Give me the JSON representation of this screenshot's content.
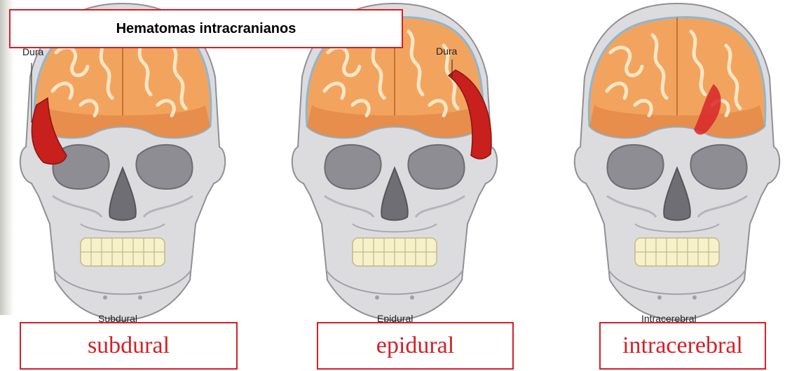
{
  "title": "Hematomas intracranianos",
  "labels": {
    "dura_left": "Dura",
    "dura_middle": "Dura",
    "sub_left": "Subdural",
    "sub_middle": "Epidural",
    "sub_right": "Intracerebral"
  },
  "captions": [
    "subdural",
    "epidural",
    "intracerebral"
  ],
  "colors": {
    "accent_red": "#d61f26",
    "brain": "#f2a45e",
    "hematoma": "#c8201c",
    "bone": "#d9d9dc",
    "dura_line": "#8fb6cf"
  }
}
